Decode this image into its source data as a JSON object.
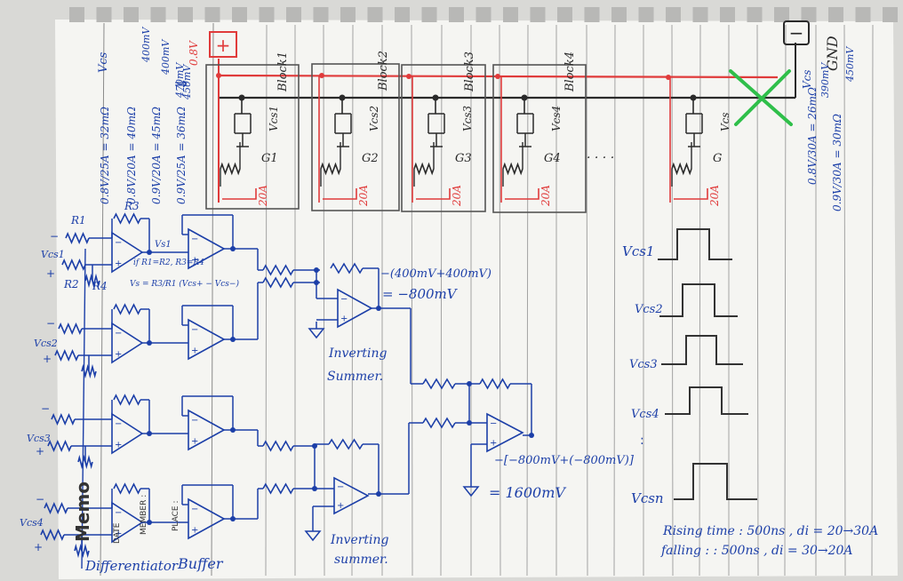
{
  "notebook": {
    "memo_label": "Memo",
    "date_label": "DATE",
    "member_label": "MEMBER :",
    "place_label": "PLACE :"
  },
  "power": {
    "plus_terminal": "+",
    "plus_voltage": "0.8V",
    "minus_terminal": "−",
    "gnd_label": "GND",
    "vcs_header": "Vcs",
    "vcs_values": [
      "400mV",
      "400mV",
      "470mV",
      "450mV"
    ],
    "ohm_calcs": [
      "0.8V/25A = 32mΩ",
      "0.8V/20A = 40mΩ",
      "0.9V/20A = 45mΩ",
      "0.9V/25A = 36mΩ"
    ],
    "right_calcs": [
      "0.8V/30A = 26mΩ",
      "0.9V/30A = 30mΩ"
    ],
    "right_vcs_values": [
      "390mV",
      "450mV"
    ],
    "right_vcs_header": "Vcs"
  },
  "blocks": [
    {
      "name": "Block1",
      "gate": "G1",
      "vcs": "Vcs1",
      "current": "20A"
    },
    {
      "name": "Block2",
      "gate": "G2",
      "vcs": "Vcs2",
      "current": "20A"
    },
    {
      "name": "Block3",
      "gate": "G3",
      "vcs": "Vcs3",
      "current": "20A"
    },
    {
      "name": "Block4",
      "gate": "G4",
      "vcs": "Vcs4",
      "current": "20A"
    },
    {
      "name": "",
      "gate": "G",
      "vcs": "Vcs",
      "current": "20A"
    }
  ],
  "blocks_ellipsis": "· · · ·",
  "left_circuit": {
    "r1": "R1",
    "r2": "R2",
    "r3": "R3",
    "r4": "R4",
    "vs1": "Vs1",
    "cond": "if R1=R2, R3=R4",
    "formula": "Vs = R3/R1 (Vcs+ − Vcs−)",
    "inputs": [
      "Vcs1",
      "Vcs2",
      "Vcs3",
      "Vcs4"
    ],
    "plus": "+",
    "minus": "−",
    "differentiator": "Differentiator",
    "buffer": "Buffer"
  },
  "summers": {
    "top_result": "−(400mV+400mV)",
    "top_result2": "= −800mV",
    "top_label": "Inverting",
    "top_label2": "Summer.",
    "bottom_label": "Inverting",
    "bottom_label2": "summer.",
    "final_result": "−[−800mV+(−800mV)]",
    "final_result2": "= 1600mV"
  },
  "waveforms": {
    "labels": [
      "Vcs1",
      "Vcs2",
      "Vcs3",
      "Vcs4",
      "Vcsn"
    ],
    "dots": ":",
    "rising": "Rising time : 500ns , di = 20→30A",
    "falling": "falling  :  : 500ns , di = 30→20A"
  },
  "colors": {
    "ink_blue": "#1c3fa8",
    "ink_red": "#e03b3b",
    "ink_black": "#2a2a2a",
    "ink_green": "#2fbf4a",
    "paper": "#f5f5f2"
  }
}
